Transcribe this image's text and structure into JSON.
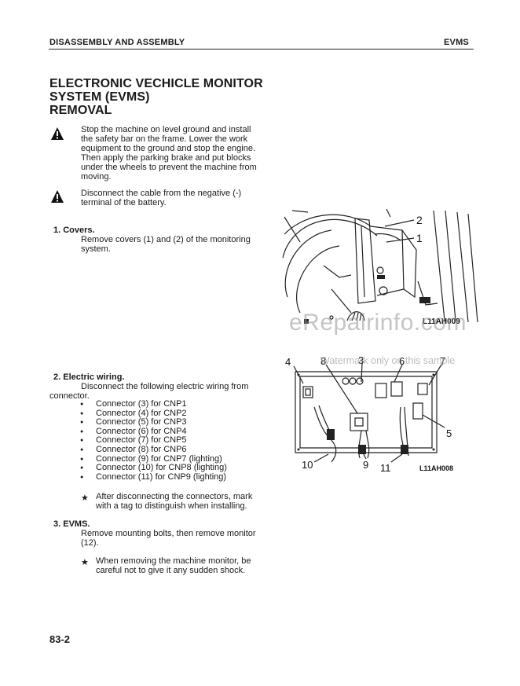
{
  "header": {
    "left": "DISASSEMBLY AND ASSEMBLY",
    "right": "EVMS"
  },
  "title": {
    "line1": "ELECTRONIC VECHICLE MONITOR",
    "line2": "SYSTEM (EVMS)",
    "line3": "REMOVAL"
  },
  "warnings": [
    {
      "icon": "warning-triangle-icon",
      "lines": [
        "Stop the machine on level ground and install",
        "the safety bar on the frame. Lower the work",
        "equipment to the ground and stop the engine.",
        "Then apply the parking brake and put blocks",
        "under the wheels to prevent the machine from",
        "moving."
      ]
    },
    {
      "icon": "warning-triangle-icon",
      "lines": [
        "Disconnect the cable from the negative (-)",
        "terminal of the battery."
      ]
    }
  ],
  "steps": [
    {
      "heading": "1.  Covers.",
      "lines": [
        "Remove covers (1) and (2) of the monitoring",
        "system."
      ]
    },
    {
      "heading": "2.  Electric wiring.",
      "lines": [
        "Disconnect the following electric wiring from",
        "connector."
      ],
      "bullets": [
        "Connector (3) for CNP1",
        "Connector (4) for CNP2",
        "Connector (5) for CNP3",
        "Connector (6) for CNP4",
        "Connector (7) for CNP5",
        "Connector (8) for CNP6",
        "Connector (9) for CNP7 (lighting)",
        "Connector (10) for CNP8 (lighting)",
        "Connector (11) for CNP9 (lighting)"
      ],
      "note": [
        "After disconnecting the connectors, mark",
        "with a tag to distinguish when installing."
      ]
    },
    {
      "heading": "3.  EVMS.",
      "lines": [
        "Remove mounting bolts, then remove monitor",
        "(12)."
      ],
      "note": [
        "When removing the machine monitor, be",
        "careful not to give it any sudden shock."
      ]
    }
  ],
  "note_symbol": "★",
  "figures": {
    "top": {
      "code": "L11AH009",
      "callouts": [
        "2",
        "1"
      ]
    },
    "bottom": {
      "code": "L11AH008",
      "callouts": [
        "4",
        "8",
        "3",
        "6",
        "7",
        "5",
        "10",
        "9",
        "11"
      ]
    }
  },
  "watermark": {
    "main": "eRepairinfo.com",
    "sub": "Watermark only on this sample"
  },
  "footer": {
    "page": "83-2"
  }
}
